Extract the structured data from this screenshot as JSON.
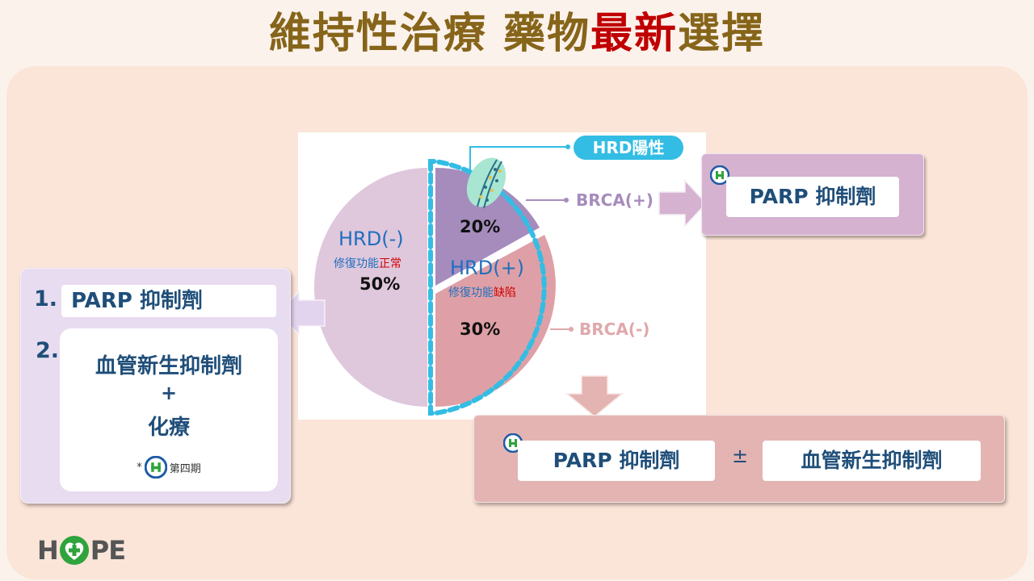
{
  "title": {
    "part1": "維持性治療 藥物",
    "part2": "最新",
    "part3": "選擇",
    "colors": {
      "main": "#86651a",
      "highlight": "#c00000"
    }
  },
  "figure": {
    "hrd_positive_badge": "HRD陽性",
    "segments": [
      {
        "name": "HRD(-)",
        "subtitle_a": "修復功能",
        "subtitle_b": "正常",
        "percent": "50%",
        "value": 50,
        "color": "#dfc7dc"
      },
      {
        "name": "BRCA(+)",
        "percent": "20%",
        "value": 20,
        "color": "#a68cbd"
      },
      {
        "name": "BRCA(-)",
        "percent": "30%",
        "value": 30,
        "color": "#dea0a6"
      }
    ],
    "hrd_pos_label": "HRD(+)",
    "hrd_pos_sub_a": "修復功能",
    "hrd_pos_sub_b": "缺陷",
    "brca_pos_label": "BRCA(+)",
    "brca_neg_label": "BRCA(-)",
    "colors": {
      "dash": "#33bde4",
      "label_blue": "#1f6fbf",
      "label_red": "#d00000",
      "brca_pos": "#a68cbd",
      "brca_neg": "#e0a8ac"
    }
  },
  "right_box": {
    "drug": "PARP 抑制劑",
    "has_nhi_logo": true
  },
  "left_box": {
    "item1_num": "1.",
    "item1": "PARP 抑制劑",
    "item2_num": "2.",
    "item2_line1": "血管新生抑制劑",
    "item2_line2": "+",
    "item2_line3": "化療",
    "footnote_star": "*",
    "footnote_text": "第四期"
  },
  "bottom_box": {
    "drug1": "PARP 抑制劑",
    "operator": "±",
    "drug2": "血管新生抑制劑",
    "has_nhi_logo": true
  },
  "logo": {
    "letters": [
      "H",
      "P",
      "E"
    ],
    "brand": "HOPE"
  }
}
